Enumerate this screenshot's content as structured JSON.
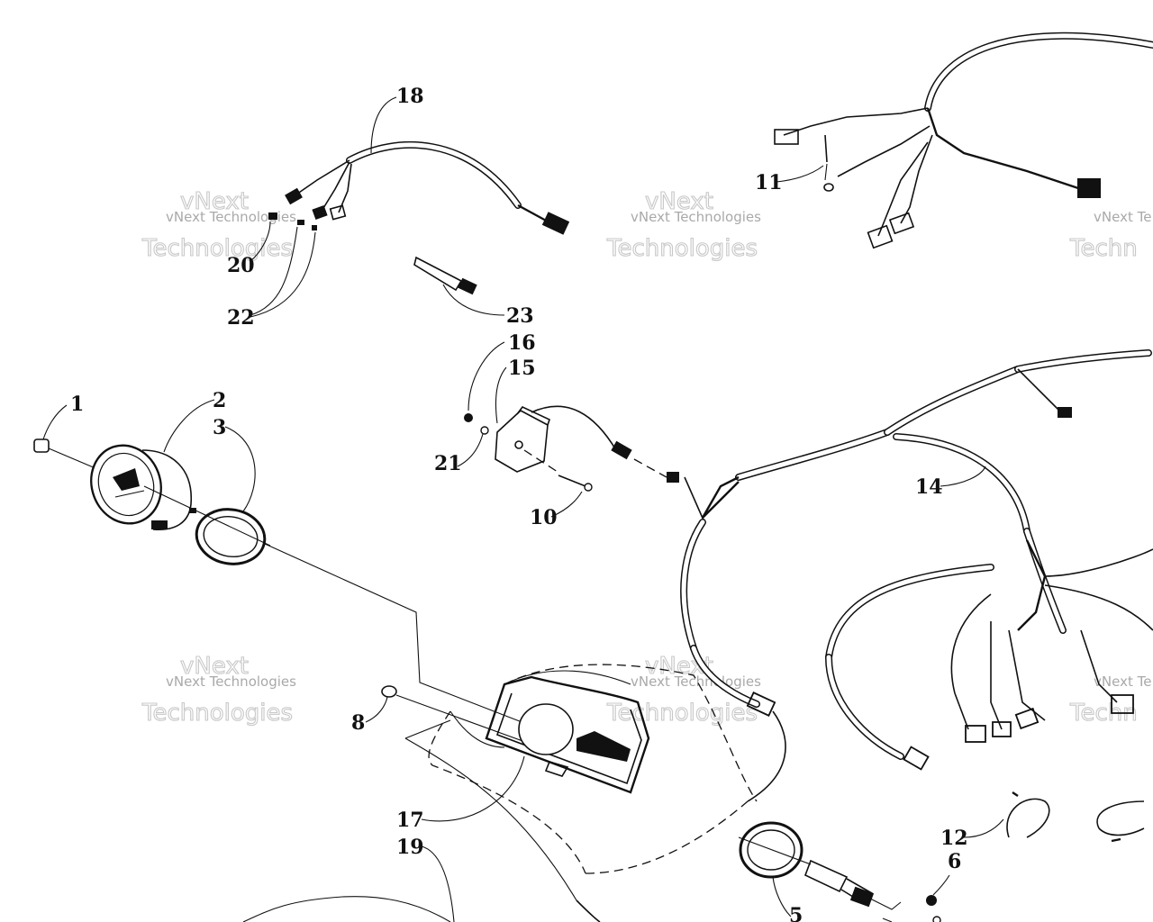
{
  "part_numbers": {
    "p1": "1",
    "p2": "2",
    "p3": "3",
    "p5": "5",
    "p6": "6",
    "p8": "8",
    "p10": "10",
    "p11": "11",
    "p12": "12",
    "p14": "14",
    "p15": "15",
    "p16": "16",
    "p17": "17",
    "p18": "18",
    "p19": "19",
    "p20": "20",
    "p21": "21",
    "p22": "22",
    "p23": "23"
  },
  "watermark": {
    "brand": "vNext",
    "line": "Technologies",
    "caption": "vNext Technologies",
    "cut_caption": "vNext Te",
    "cut_word": "Techn"
  }
}
